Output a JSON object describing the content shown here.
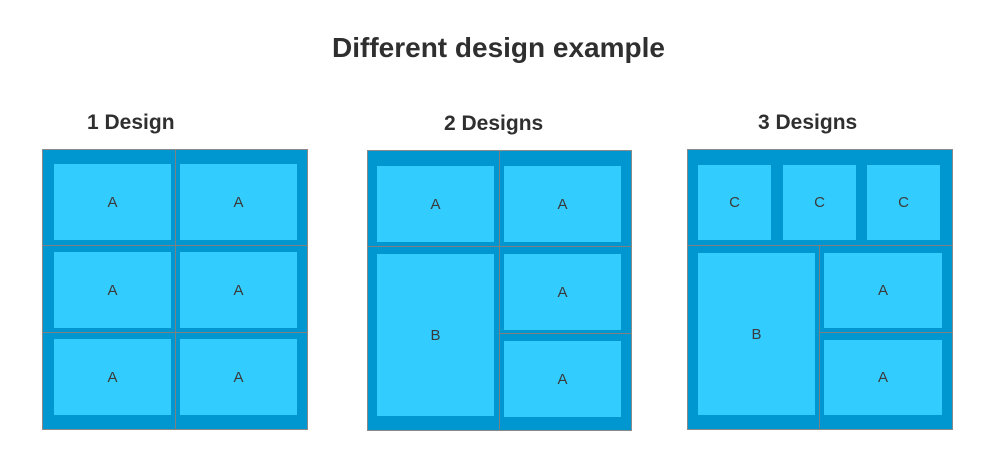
{
  "title": "Different design example",
  "designs": [
    {
      "heading": "1 Design",
      "cells": [
        "A",
        "A",
        "A",
        "A",
        "A",
        "A"
      ]
    },
    {
      "heading": "2 Designs",
      "cells": [
        "A",
        "A",
        "B",
        "A",
        "A"
      ]
    },
    {
      "heading": "3 Designs",
      "cells": [
        "C",
        "C",
        "C",
        "B",
        "A",
        "A"
      ]
    }
  ],
  "colors": {
    "panel": "#0096cf",
    "cell": "#33ccff",
    "divider": "#7f7f7f"
  }
}
